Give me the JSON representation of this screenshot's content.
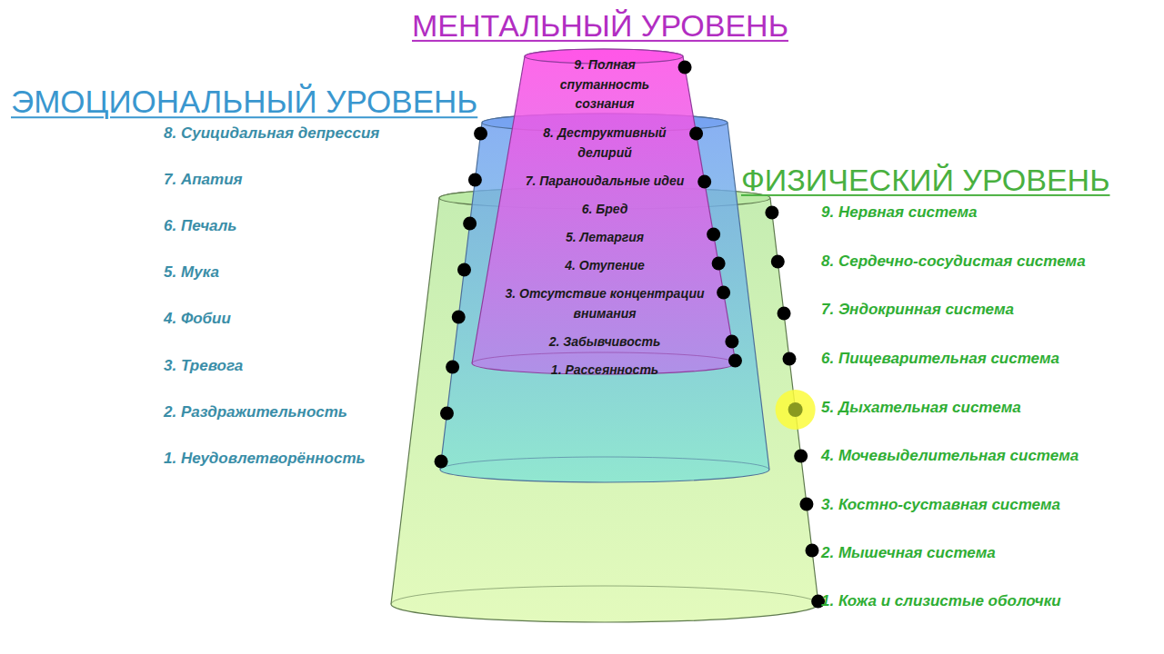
{
  "diagram": {
    "nodes": [
      {
        "text": [
          "МЕНТАЛЬНЫЙ УРОВЕНЬ",
          "9. Полная спутанность сознания",
          "8. Деструктивный делирий",
          "7. Параноидальные идеи",
          "6. Бред",
          "5. Летаргия",
          "4. Отупение",
          "3. Отсутствие концентрации внимания",
          "2. Забывчивость",
          "1. Рассеянность"
        ]
      },
      {
        "text": [
          "ЭМОЦИОНАЛЬНЫЙ УРОВЕНЬ",
          "8. Суицидальная депрессия",
          "7. Апатия",
          "6. Печаль",
          "5. Мука",
          "4. Фобии",
          "3. Тревога",
          "2. Раздражительность",
          "1. Неудовлетворённость"
        ]
      },
      {
        "text": [
          "ФИЗИЧЕСКИЙ УРОВЕНЬ",
          "9. Нервная система",
          "8. Сердечно-сосудистая система",
          "7. Эндокринная система",
          "6. Пищеварительная система",
          "5. Дыхательная система",
          "4. Мочевыделительная система",
          "3. Костно-суставная система",
          "2. Мышечная система",
          "1. Кожа и слизистые оболочки"
        ]
      }
    ]
  }
}
